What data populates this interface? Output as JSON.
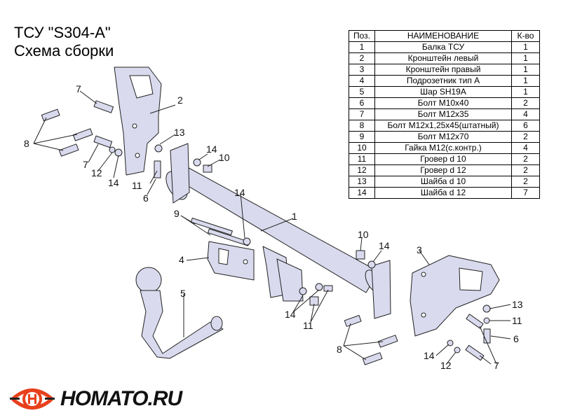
{
  "title": "ТСУ \"S304-A\"",
  "subtitle": "Схема сборки",
  "table": {
    "headers": [
      "Поз.",
      "НАИМЕНОВАНИЕ",
      "К-во"
    ],
    "rows": [
      [
        "1",
        "Балка ТСУ",
        "1"
      ],
      [
        "2",
        "Кронштейн левый",
        "1"
      ],
      [
        "3",
        "Кронштейн правый",
        "1"
      ],
      [
        "4",
        "Подрозетник тип А",
        "1"
      ],
      [
        "5",
        "Шар SH19A",
        "1"
      ],
      [
        "6",
        "Болт М10х40",
        "2"
      ],
      [
        "7",
        "Болт М12х35",
        "4"
      ],
      [
        "8",
        "Болт М12х1,25х45(штатный)",
        "6"
      ],
      [
        "9",
        "Болт М12х70",
        "2"
      ],
      [
        "10",
        "Гайка М12(с.контр.)",
        "4"
      ],
      [
        "11",
        "Гровер d 10",
        "2"
      ],
      [
        "12",
        "Гровер d 12",
        "2"
      ],
      [
        "13",
        "Шайба d 10",
        "2"
      ],
      [
        "14",
        "Шайба d 12",
        "7"
      ]
    ]
  },
  "callouts": {
    "n1": "1",
    "n2": "2",
    "n3": "3",
    "n4": "4",
    "n5": "5",
    "n6a": "6",
    "n6b": "6",
    "n7a": "7",
    "n7b": "7",
    "n7c": "7",
    "n8a": "8",
    "n8b": "8",
    "n9": "9",
    "n10a": "10",
    "n10b": "10",
    "n11a": "11",
    "n11b": "11",
    "n11c": "11",
    "n12a": "12",
    "n12b": "12",
    "n13a": "13",
    "n13b": "13",
    "n14a": "14",
    "n14b": "14",
    "n14c": "14",
    "n14d": "14",
    "n14e": "14",
    "n14f": "14"
  },
  "logo": {
    "text": "HOMATO.RU",
    "accent": "#e8401c"
  },
  "colors": {
    "part_fill": "#d9daee",
    "outline": "#222222"
  }
}
